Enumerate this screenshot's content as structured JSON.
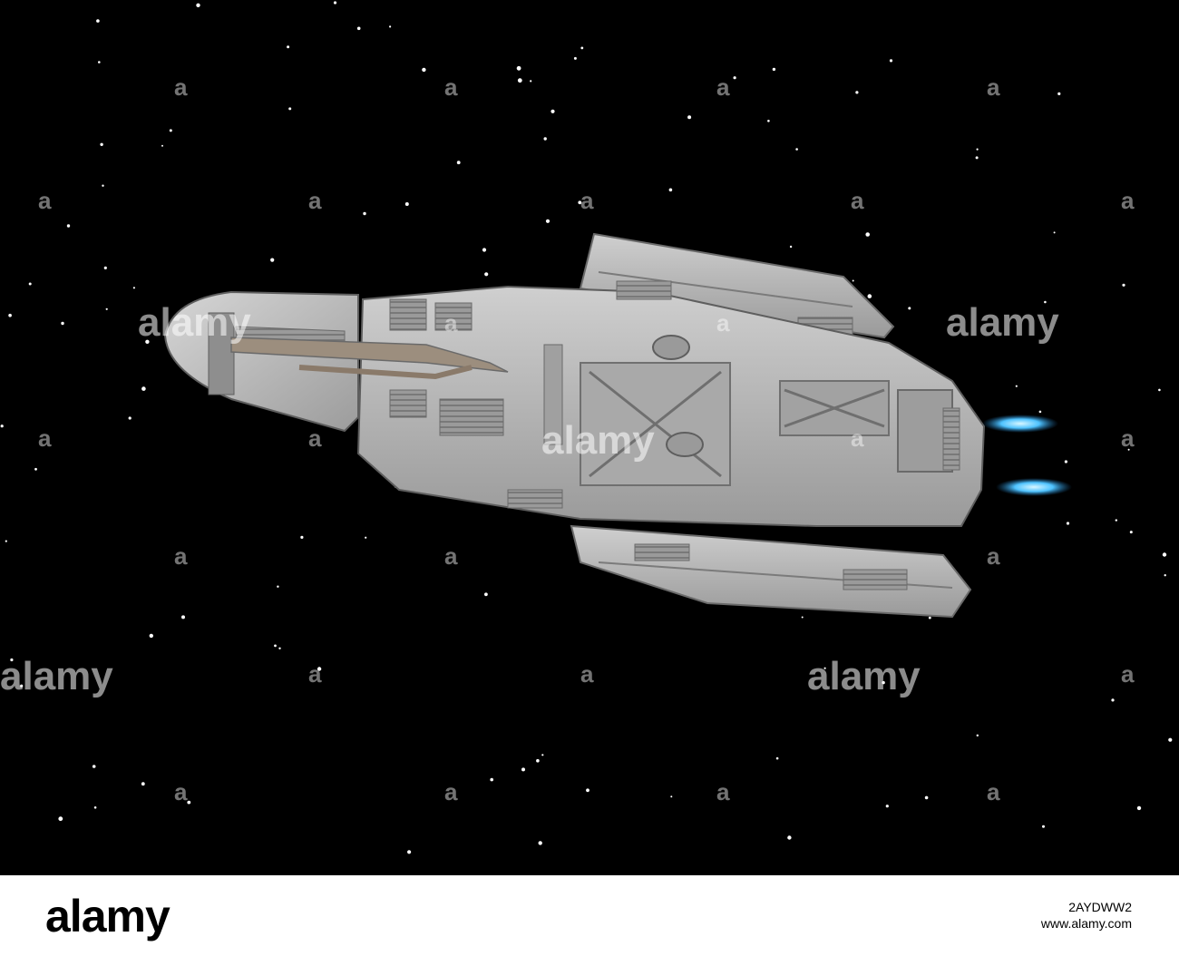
{
  "watermark": {
    "brand": "alamy",
    "letter": "a"
  },
  "footer": {
    "logo": "alamy",
    "image_id": "2AYDWW2",
    "site": "www.alamy.com"
  },
  "colors": {
    "space": "#000000",
    "hull": "#b8b8b8",
    "hull_dark": "#8c8c8c",
    "engine_glow": "#4fc3ff"
  }
}
